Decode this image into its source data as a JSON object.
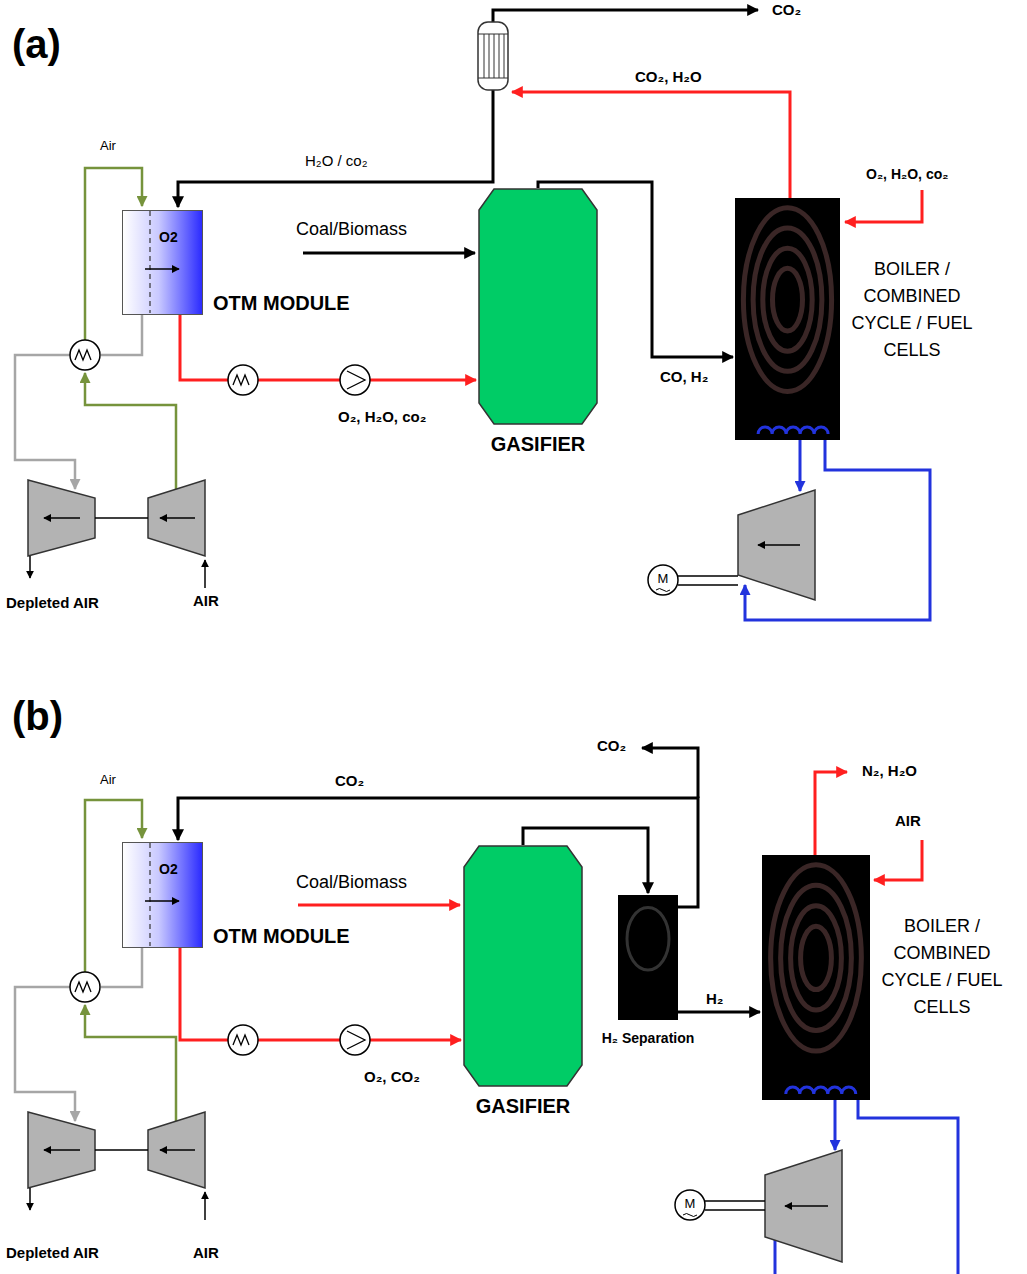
{
  "diagram": {
    "nodes": [
      {
        "text": [
          "O2",
          "OTM MODULE"
        ]
      },
      {
        "text": [
          "GASIFIER"
        ]
      },
      {
        "text": [
          "BOILER / COMBINED CYCLE / FUEL CELLS"
        ]
      },
      {
        "text": [
          "O2",
          "OTM MODULE"
        ]
      },
      {
        "text": [
          "GASIFIER"
        ]
      },
      {
        "text": [
          "H₂ Separation"
        ]
      },
      {
        "text": [
          "BOILER / COMBINED CYCLE / FUEL CELLS"
        ]
      }
    ],
    "edges": [
      {
        "from": 0,
        "to": 1,
        "arrow": "to",
        "label": "O₂, H₂O, co₂"
      },
      {
        "from": 1,
        "to": 2,
        "arrow": "to",
        "label": "CO, H₂"
      },
      {
        "from": 3,
        "to": 4,
        "arrow": "to",
        "label": "O₂, CO₂"
      },
      {
        "from": 4,
        "to": 5,
        "arrow": "to"
      },
      {
        "from": 5,
        "to": 6,
        "arrow": "to",
        "label": "H₂"
      },
      {
        "from": 5,
        "to": 3,
        "arrow": "to",
        "label": "CO₂"
      }
    ],
    "labels": [
      "(a)",
      "Air",
      "H₂O / co₂",
      "CO₂",
      "CO₂, H₂O",
      "O₂, H₂O, co₂",
      "Coal/Biomass",
      "Depleted AIR",
      "AIR",
      "M",
      "(b)",
      "Air",
      "CO₂",
      "N₂, H₂O",
      "AIR",
      "Coal/Biomass",
      "Depleted AIR",
      "AIR",
      "M"
    ]
  }
}
